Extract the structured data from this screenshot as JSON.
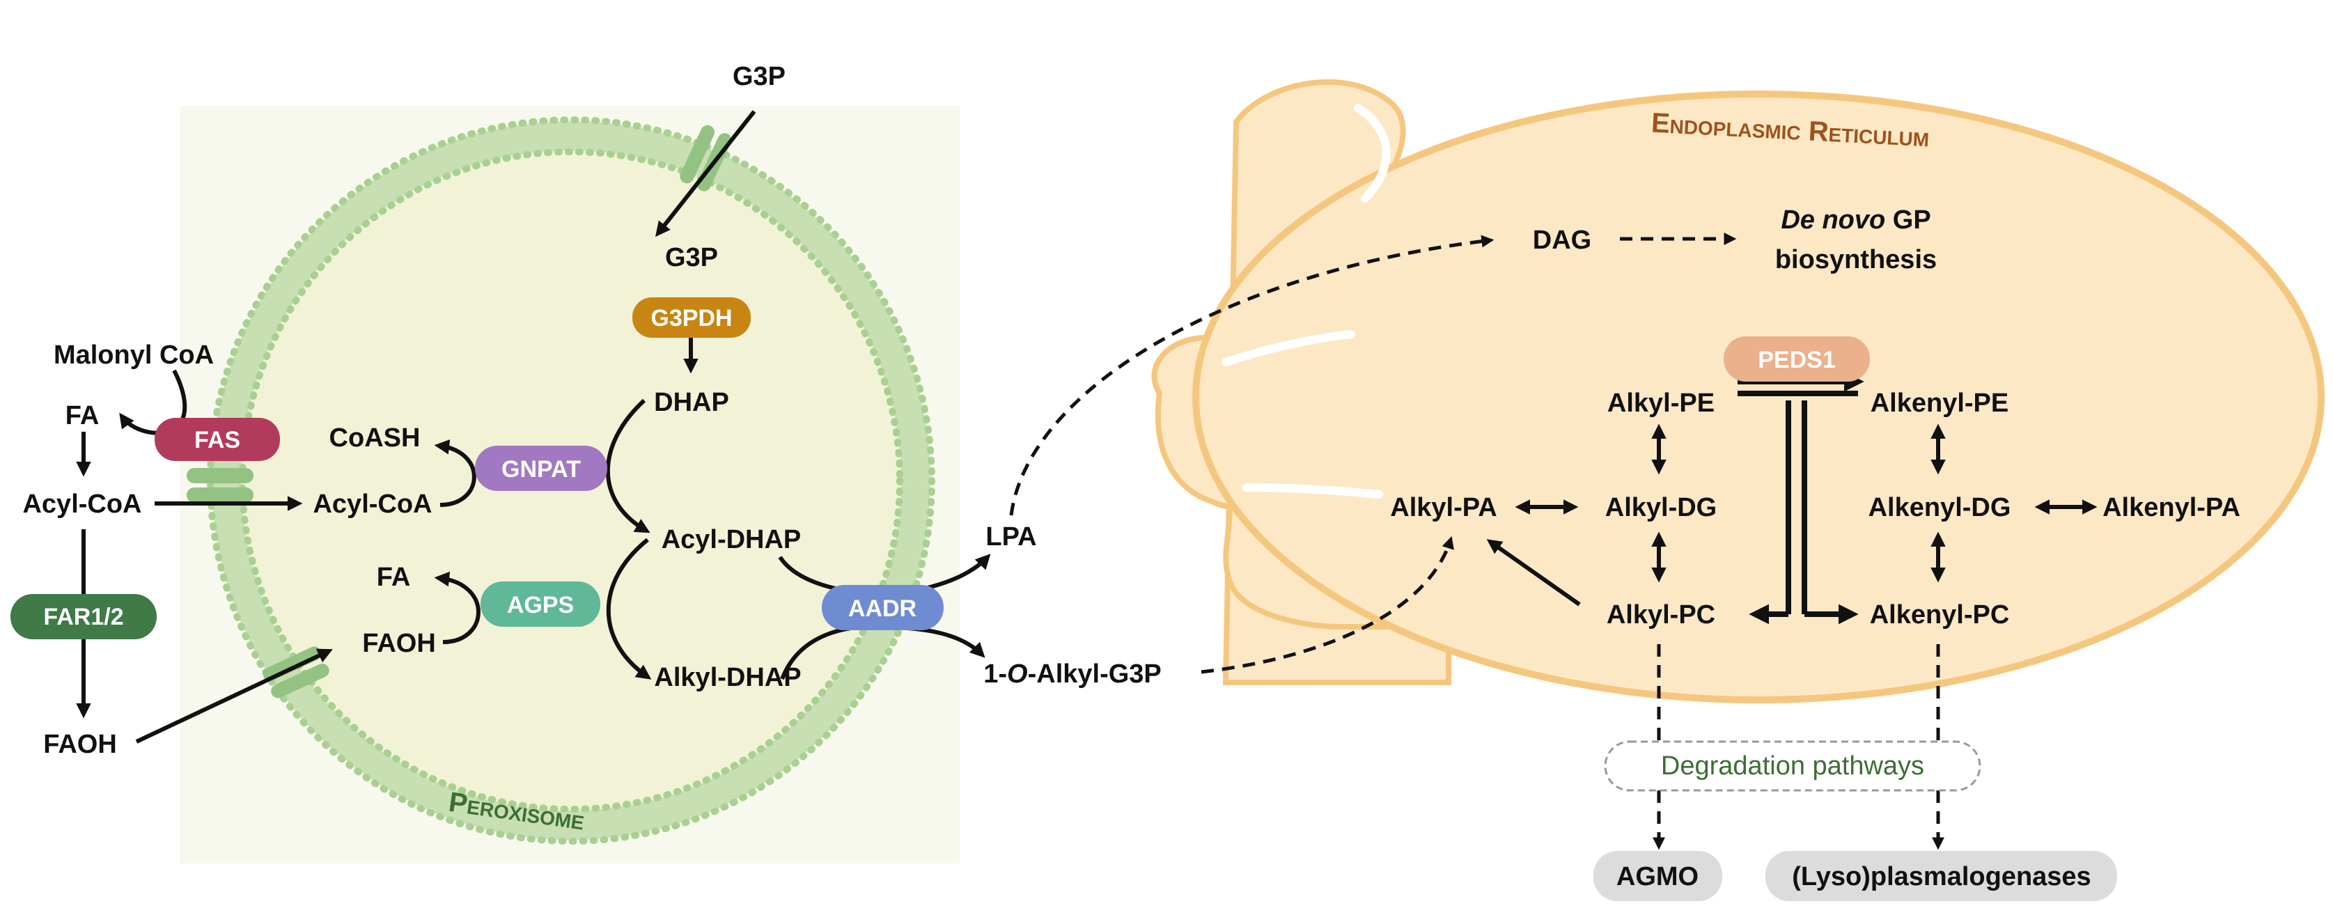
{
  "regions": {
    "peroxisome": "Peroxisome",
    "er": "Endoplasmic Reticulum"
  },
  "metabolites": {
    "g3p_outside": "G3P",
    "g3p_inside": "G3P",
    "malonyl_coa": "Malonyl CoA",
    "fa_cyto": "FA",
    "acyl_coa_cyto": "Acyl-CoA",
    "faoh_cyto": "FAOH",
    "coash": "CoASH",
    "acyl_coa_perox": "Acyl-CoA",
    "fa_perox": "FA",
    "faoh_perox": "FAOH",
    "dhap": "DHAP",
    "acyl_dhap": "Acyl-DHAP",
    "alkyl_dhap": "Alkyl-DHAP",
    "lpa": "LPA",
    "alkyl_g3p_prefix": "1-",
    "alkyl_g3p_italic": "O",
    "alkyl_g3p_suffix": "-Alkyl-G3P",
    "dag": "DAG",
    "denovo_italic": "De novo",
    "denovo_rest": " GP",
    "denovo_line2": "biosynthesis",
    "alkyl_pe": "Alkyl-PE",
    "alkenyl_pe": "Alkenyl-PE",
    "alkyl_pa": "Alkyl-PA",
    "alkyl_dg": "Alkyl-DG",
    "alkenyl_dg": "Alkenyl-DG",
    "alkenyl_pa": "Alkenyl-PA",
    "alkyl_pc": "Alkyl-PC",
    "alkenyl_pc": "Alkenyl-PC"
  },
  "enzymes": {
    "fas": "FAS",
    "far": "FAR1/2",
    "g3pdh": "G3PDH",
    "gnpat": "GNPAT",
    "agps": "AGPS",
    "aadr": "AADR",
    "peds1": "PEDS1"
  },
  "degradation": {
    "label": "Degradation pathways",
    "agmo": "AGMO",
    "plasmalogenases": "(Lyso)plasmalogenases"
  },
  "colors": {
    "fas": "#b23a5c",
    "far": "#3f7a47",
    "g3pdh": "#c98512",
    "gnpat": "#a178c2",
    "agps": "#5fb897",
    "aadr": "#6f8cd2",
    "peds1": "#ebb08c",
    "er_fill": "#fde8c6",
    "er_stroke": "#f5c77e",
    "perox_fill": "#f2f3d6",
    "membrane": "#b9d9a2",
    "transporter": "#93c282",
    "degradation_text": "#3d6e35"
  }
}
